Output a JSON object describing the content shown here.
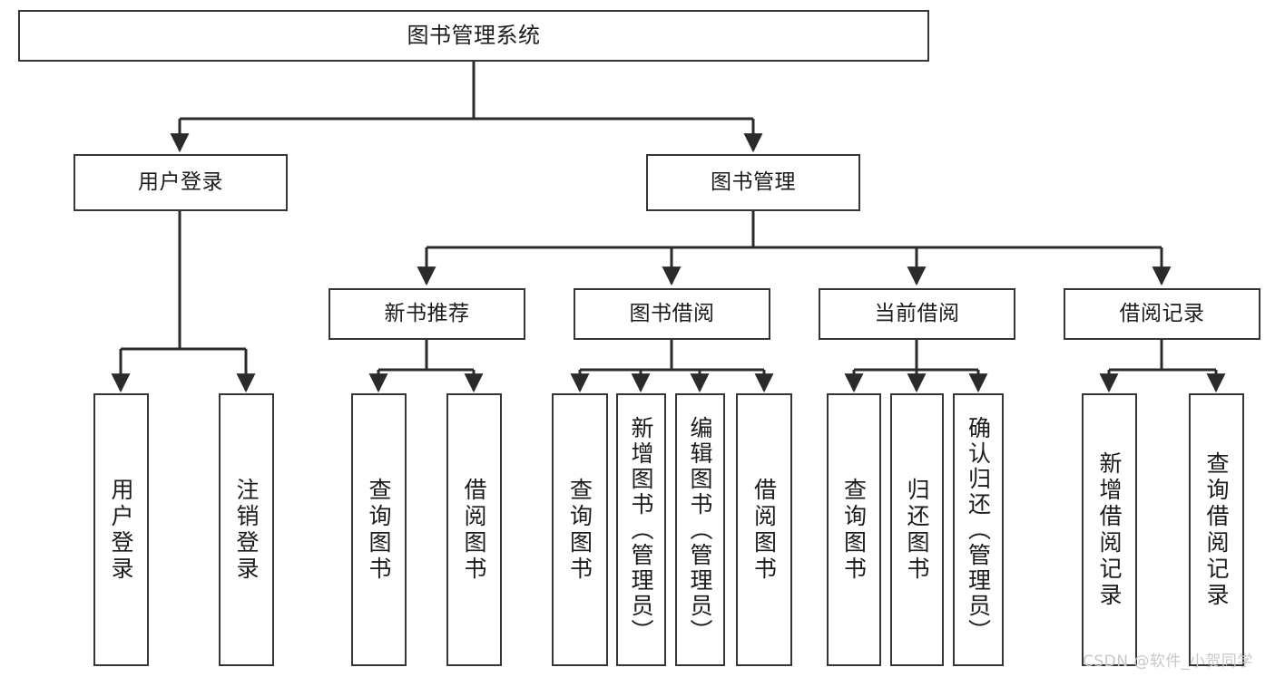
{
  "diagram": {
    "title": "图书管理系统",
    "type": "tree-hierarchy-diagram",
    "colors": {
      "border": "#33363b",
      "background": "#ffffff",
      "text": "#1b1b1b",
      "connector": "#2b2b2b",
      "watermark": "#c8c8c8"
    },
    "levels": {
      "root": {
        "label": "图书管理系统"
      },
      "level2": [
        {
          "label": "用户登录"
        },
        {
          "label": "图书管理"
        }
      ],
      "level3": [
        {
          "label": "新书推荐"
        },
        {
          "label": "图书借阅"
        },
        {
          "label": "当前借阅"
        },
        {
          "label": "借阅记录"
        }
      ],
      "leaves": {
        "user_login": [
          {
            "label": "用户登录"
          },
          {
            "label": "注销登录"
          }
        ],
        "new_book_recommend": [
          {
            "label": "查询图书"
          },
          {
            "label": "借阅图书"
          }
        ],
        "book_borrow": [
          {
            "label": "查询图书"
          },
          {
            "label": "新增图书（管理员）"
          },
          {
            "label": "编辑图书（管理员）"
          },
          {
            "label": "借阅图书"
          }
        ],
        "current_borrow": [
          {
            "label": "查询图书"
          },
          {
            "label": "归还图书"
          },
          {
            "label": "确认归还（管理员）"
          }
        ],
        "borrow_records": [
          {
            "label": "新增借阅记录"
          },
          {
            "label": "查询借阅记录"
          }
        ]
      }
    }
  },
  "watermark": {
    "text": "CSDN @软件_小贺同学"
  }
}
